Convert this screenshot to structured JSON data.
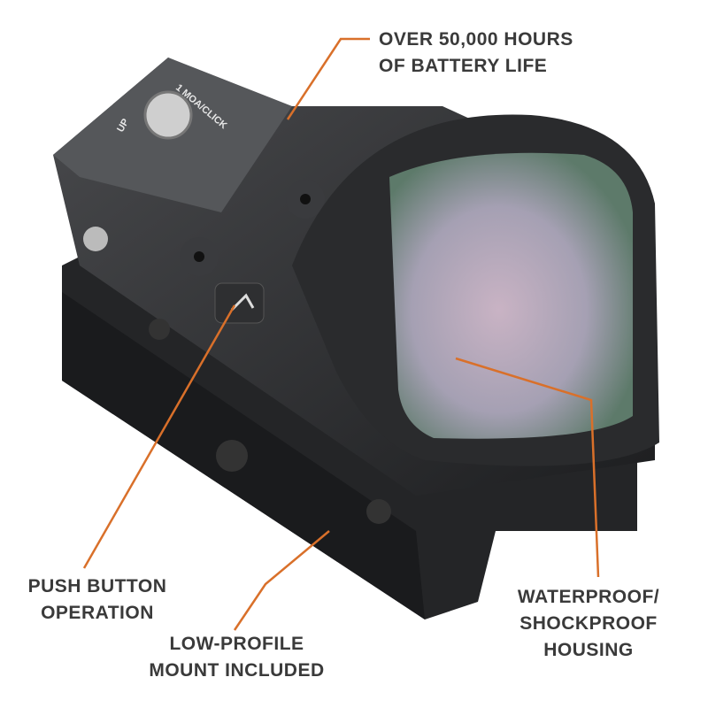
{
  "callouts": {
    "battery": {
      "line1": "OVER 50,000 HOURS",
      "line2": "OF BATTERY LIFE"
    },
    "push_button": {
      "line1": "PUSH BUTTON",
      "line2": "OPERATION"
    },
    "mount": {
      "line1": "LOW-PROFILE",
      "line2": "MOUNT INCLUDED"
    },
    "housing": {
      "line1": "WATERPROOF/",
      "line2": "SHOCKPROOF",
      "line3": "HOUSING"
    }
  },
  "engraving": {
    "dial": "1 MOA/CLICK",
    "up": "UP"
  },
  "colors": {
    "callout_line": "#d9702a",
    "text": "#3a3a3a",
    "body": "#2b2c2e"
  }
}
